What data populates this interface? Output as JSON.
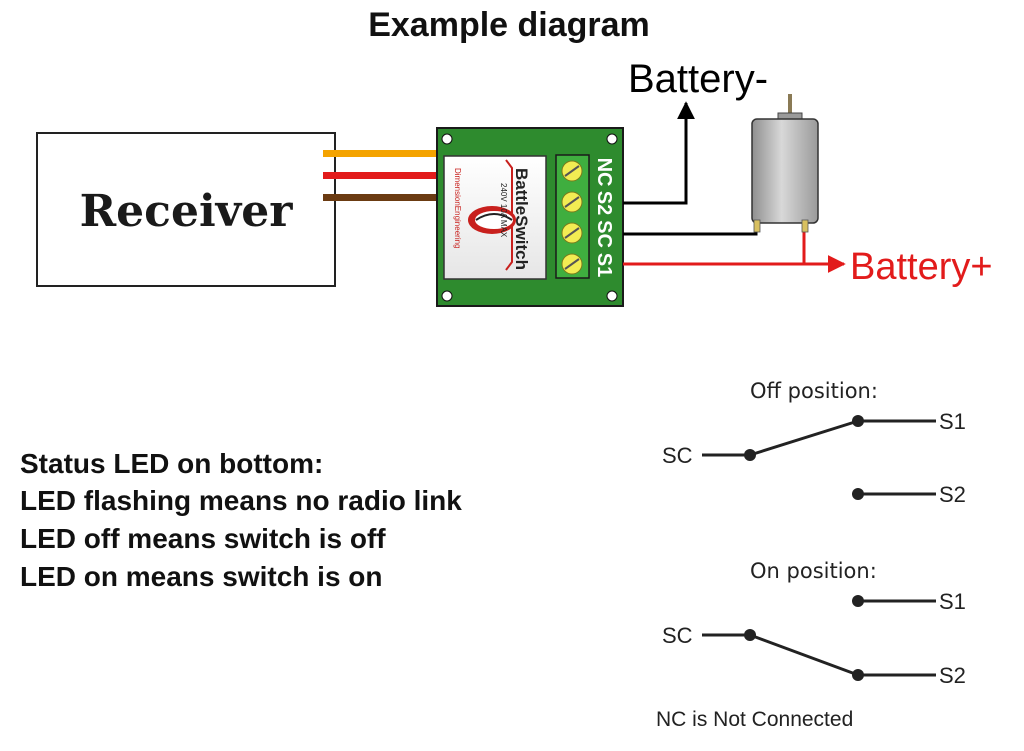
{
  "title": "Example diagram",
  "receiver": {
    "label": "Receiver"
  },
  "board": {
    "brand": "BattleSwitch",
    "spec": "240V  10A MAX",
    "maker": "DimensionEngineering",
    "terminals": [
      "NC",
      "S2",
      "SC",
      "S1"
    ]
  },
  "battery": {
    "minus_label": "Battery-",
    "plus_label": "Battery+"
  },
  "colors": {
    "board_green": "#2e8b2e",
    "terminal_green": "#3fae3f",
    "wire_orange": "#f4a300",
    "wire_red": "#e21b1b",
    "wire_brown": "#6b3b12",
    "positive_red": "#e21b1b"
  },
  "status": {
    "lines": [
      "Status LED on bottom:",
      "LED flashing means no radio link",
      "LED off means switch is off",
      "LED on means switch is on"
    ]
  },
  "switch_off": {
    "heading": "Off position:",
    "common": "SC",
    "out1": "S1",
    "out2": "S2"
  },
  "switch_on": {
    "heading": "On position:",
    "common": "SC",
    "out1": "S1",
    "out2": "S2"
  },
  "note": "NC is Not Connected"
}
